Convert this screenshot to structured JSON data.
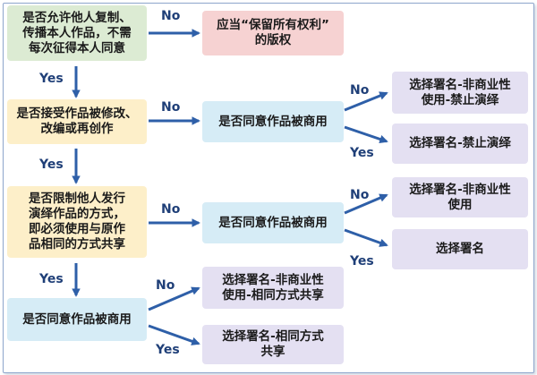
{
  "colors": {
    "arrow": "#2e5fa8",
    "label": "#1f3f78",
    "green": "#dcebd3",
    "red": "#f6d2d2",
    "yellow": "#fdefc9",
    "blue": "#d6ecf6",
    "purple": "#e4e0f2"
  },
  "nodes": {
    "q_copy": "是否允许他人复制、\n传播本人作品，不需\n每次征得本人同意",
    "all_rights": "应当“保留所有权利”\n的版权",
    "q_modify": "是否接受作品被修改、\n改编或再创作",
    "q_commercial_1": "是否同意作品被商用",
    "by_nc_nd": "选择署名-非商业性\n使用-禁止演绎",
    "by_nd": "选择署名-禁止演绎",
    "q_sharealike": "是否限制他人发行\n演绎作品的方式，\n即必须使用与原作\n品相同的方式共享",
    "q_commercial_2": "是否同意作品被商用",
    "by_nc": "选择署名-非商业性\n使用",
    "by": "选择署名",
    "q_commercial_3": "是否同意作品被商用",
    "by_nc_sa": "选择署名-非商业性\n使用-相同方式共享",
    "by_sa": "选择署名-相同方式\n共享"
  },
  "labels": {
    "no": "No",
    "yes": "Yes"
  }
}
